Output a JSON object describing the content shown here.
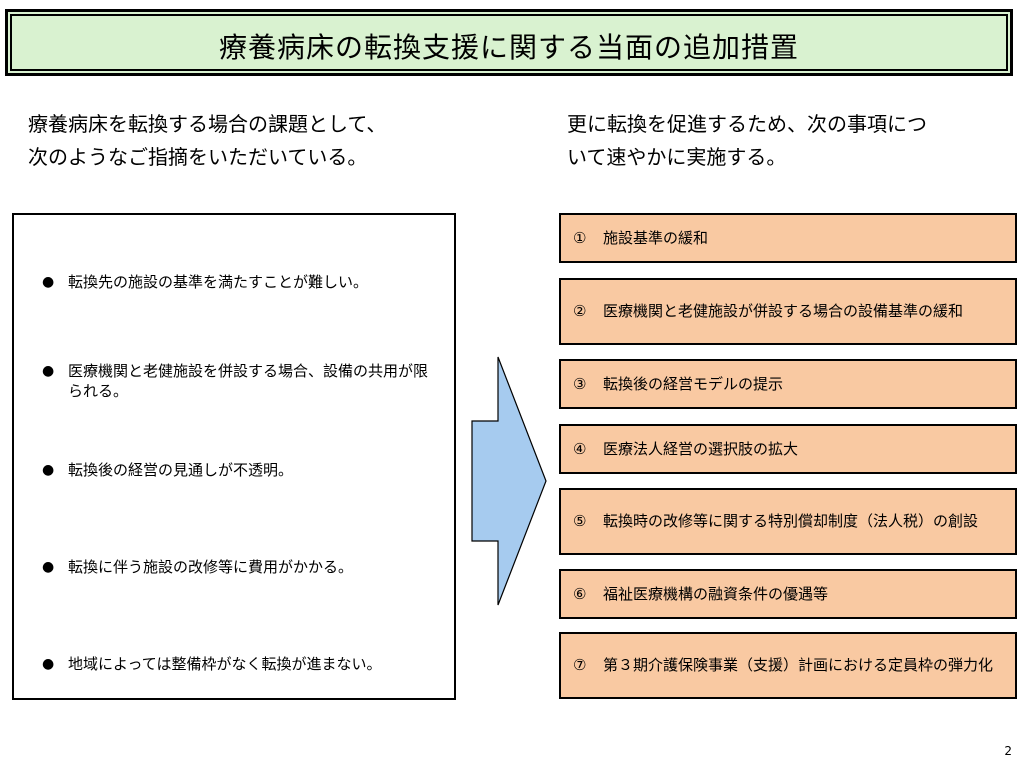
{
  "title": "療養病床の転換支援に関する当面の追加措置",
  "intro_left": {
    "line1": "療養病床を転換する場合の課題として、",
    "line2": "次のようなご指摘をいただいている。"
  },
  "intro_right": {
    "line1": "更に転換を促進するため、次の事項につ",
    "line2": "いて速やかに実施する。"
  },
  "issues": [
    {
      "bullet": "●",
      "text": "転換先の施設の基準を満たすことが難しい。"
    },
    {
      "bullet": "●",
      "text": "医療機関と老健施設を併設する場合、設備の共用が限られる。"
    },
    {
      "bullet": "●",
      "text": "転換後の経営の見通しが不透明。"
    },
    {
      "bullet": "●",
      "text": "転換に伴う施設の改修等に費用がかかる。"
    },
    {
      "bullet": "●",
      "text": "地域によっては整備枠がなく転換が進まない。"
    }
  ],
  "measures": [
    {
      "num": "①",
      "text": "施設基準の緩和"
    },
    {
      "num": "②",
      "text": "医療機関と老健施設が併設する場合の設備基準の緩和"
    },
    {
      "num": "③",
      "text": "転換後の経営モデルの提示"
    },
    {
      "num": "④",
      "text": "医療法人経営の選択肢の拡大"
    },
    {
      "num": "⑤",
      "text": "転換時の改修等に関する特別償却制度（法人税）の創設"
    },
    {
      "num": "⑥",
      "text": "福祉医療機構の融資条件の優遇等"
    },
    {
      "num": "⑦",
      "text": "第３期介護保険事業（支援）計画における定員枠の弾力化"
    }
  ],
  "page_number": "2",
  "colors": {
    "title_bg": "#d9f2d0",
    "measure_bg": "#f9c9a2",
    "arrow_fill": "#a6cbef"
  }
}
